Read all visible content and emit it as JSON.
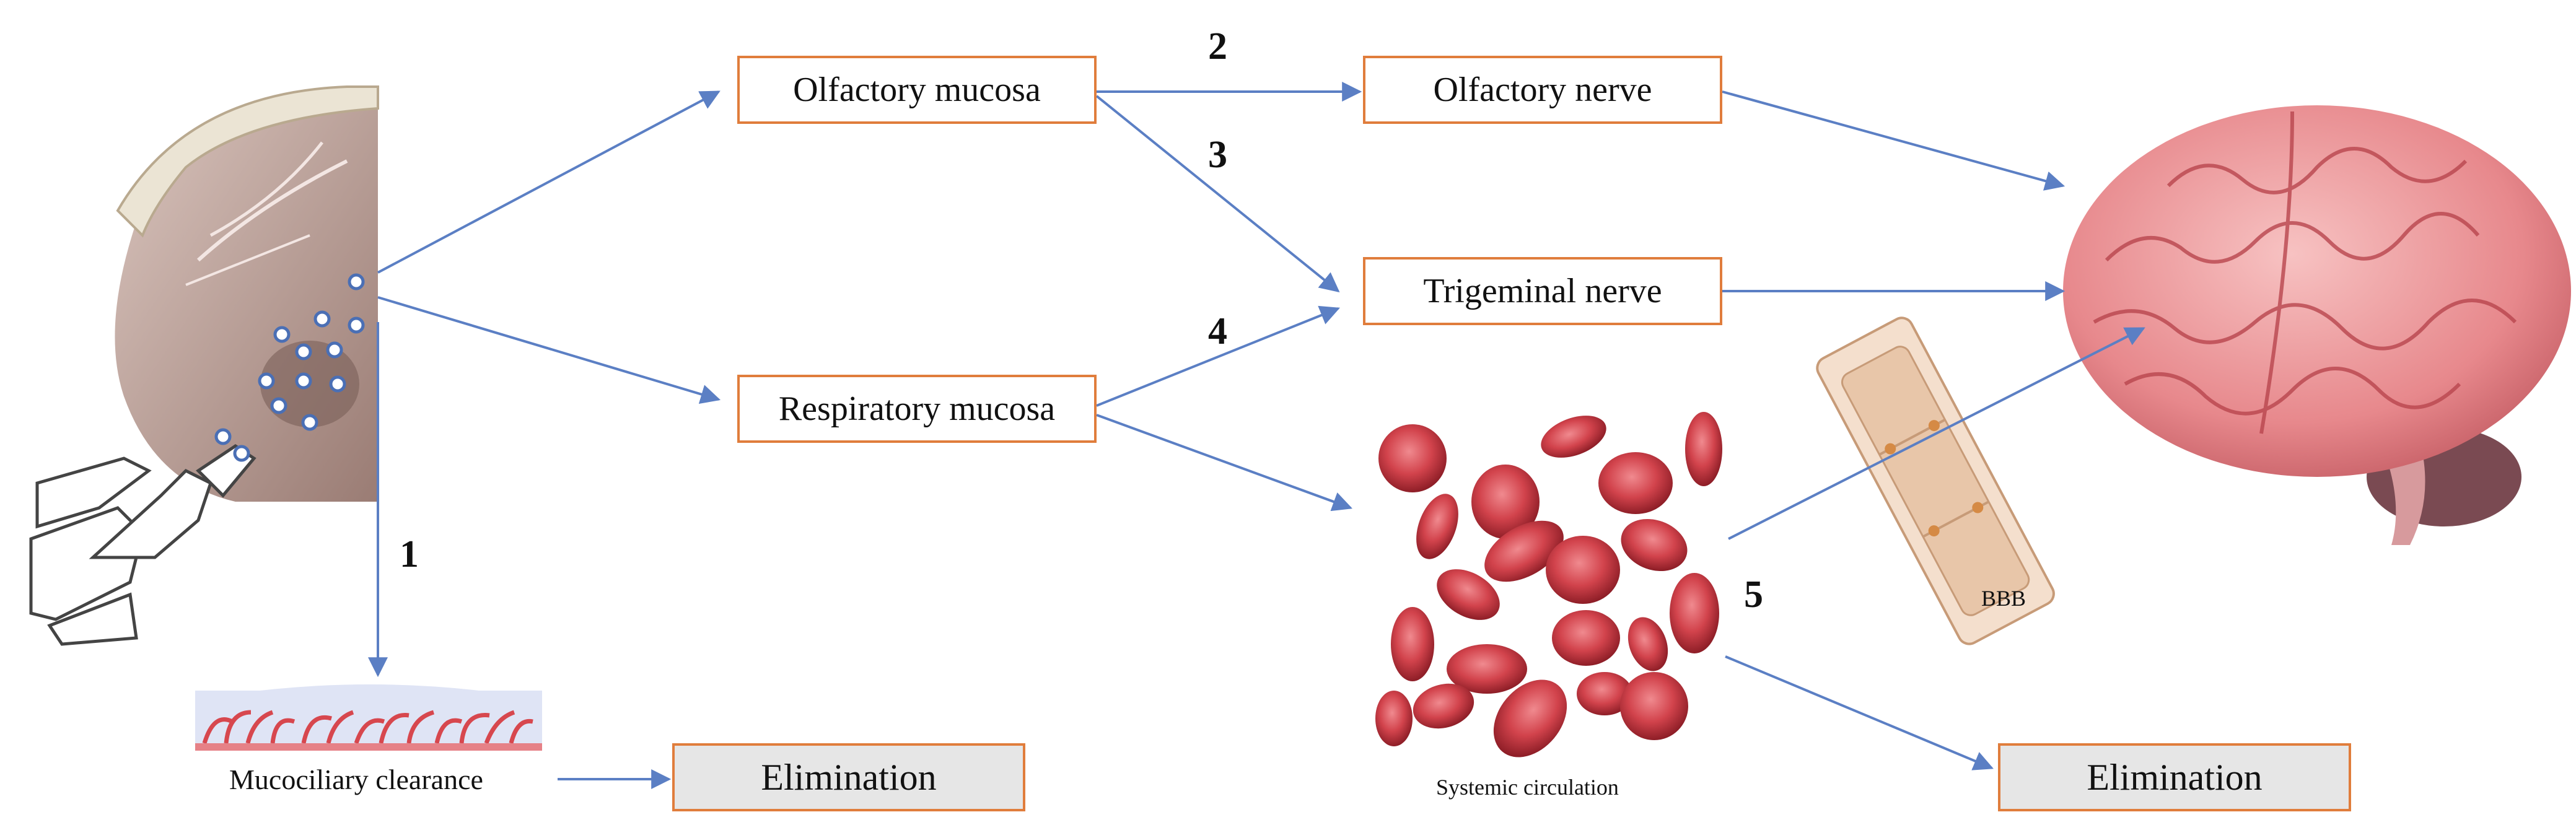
{
  "nodes": {
    "olfactory_mucosa": "Olfactory  mucosa",
    "olfactory_nerve": "Olfactory  nerve",
    "trigeminal_nerve": "Trigeminal  nerve",
    "respiratory_mucosa": "Respiratory  mucosa",
    "elimination_left": "Elimination",
    "elimination_right": "Elimination"
  },
  "labels": {
    "mucociliary_clearance": "Mucociliary  clearance",
    "systemic_circulation": "Systemic circulation",
    "bbb": "BBB"
  },
  "route_numbers": {
    "n1": "1",
    "n2": "2",
    "n3": "3",
    "n4": "4",
    "n5": "5"
  },
  "colors": {
    "box_border": "#e07d3c",
    "arrow": "#5b7fc4",
    "elimination_fill": "#e6e6e6",
    "rbc": "#c8343f"
  }
}
